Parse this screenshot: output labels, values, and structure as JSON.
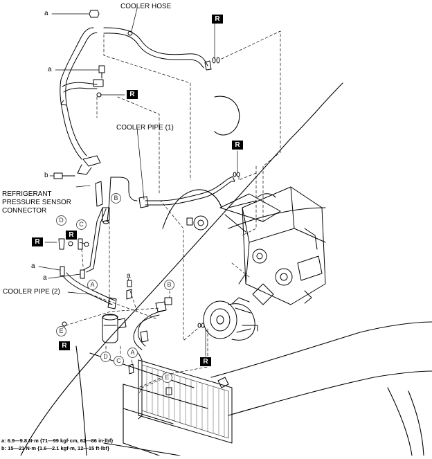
{
  "labels": {
    "cooler_hose": "COOLER HOSE",
    "cooler_pipe_1": "COOLER PIPE (1)",
    "cooler_pipe_2": "COOLER PIPE (2)",
    "sensor_line1": "REFRIGERANT",
    "sensor_line2": "PRESSURE SENSOR",
    "sensor_line3": "CONNECTOR"
  },
  "torque_marks": {
    "a": "a",
    "b": "b"
  },
  "reference_marks": {
    "A": "A",
    "B": "B",
    "C": "C",
    "D": "D",
    "E": "E"
  },
  "replace_mark": "R",
  "legend": {
    "a": "a: 6.9—9.8 N·m {71—99 kgf·cm, 62—86 in·lbf}",
    "b": "b: 15—21 N·m {1.6—2.1 kgf·m, 12—15 ft·lbf}"
  }
}
